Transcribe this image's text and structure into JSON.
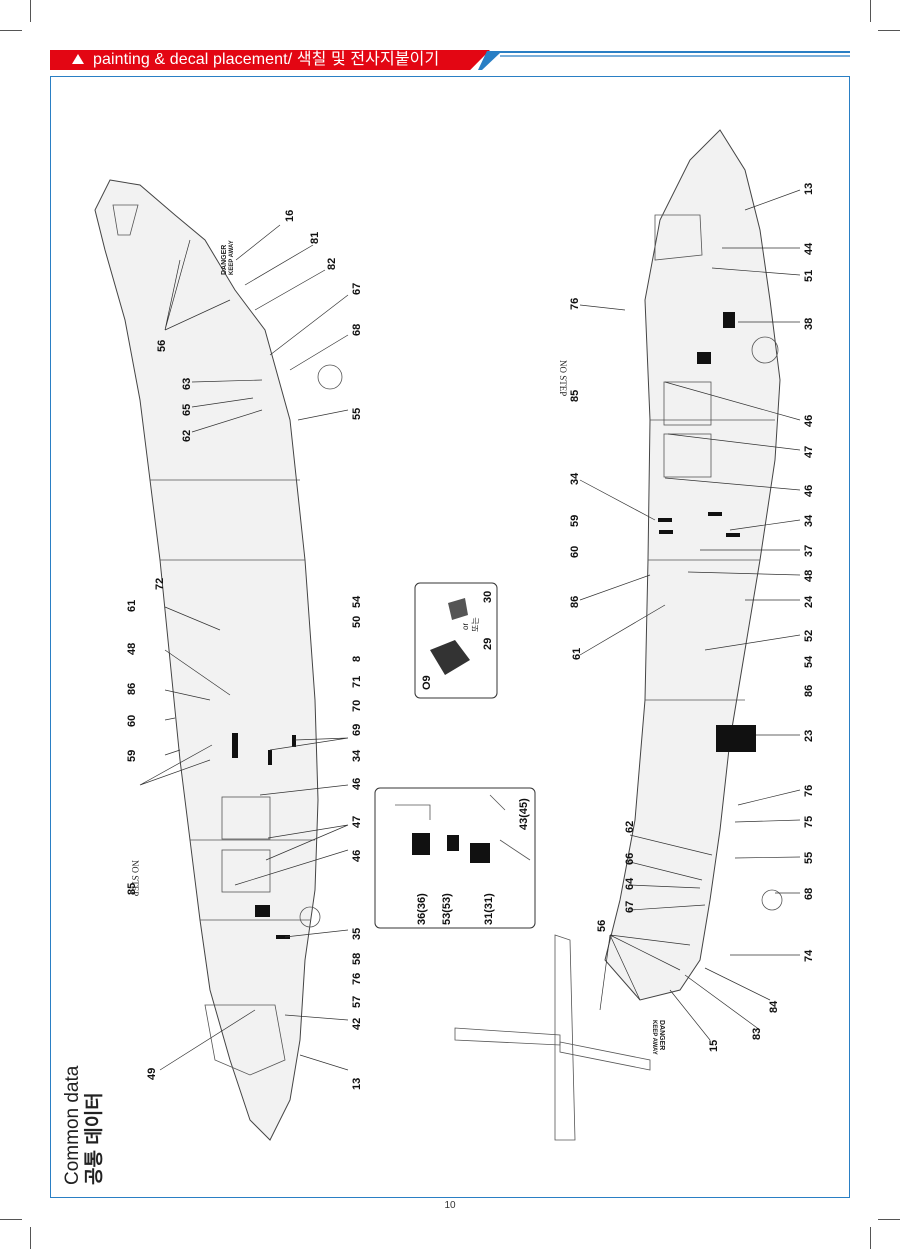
{
  "header": {
    "title": "painting & decal placement/ 색칠 및 전사지붙이기"
  },
  "side_label": {
    "en": "Common data",
    "ko": "공통 데이터"
  },
  "page_number": "10",
  "colors": {
    "header_red": "#e30613",
    "frame_blue": "#2a7fc4"
  },
  "top_view_callouts": [
    "16",
    "81",
    "82",
    "67",
    "68",
    "55",
    "56",
    "63",
    "65",
    "62",
    "72",
    "61",
    "54",
    "50",
    "8",
    "48",
    "86",
    "60",
    "59",
    "71",
    "70",
    "69",
    "34",
    "46",
    "47",
    "46",
    "85",
    "35",
    "58",
    "76",
    "57",
    "42",
    "49",
    "13"
  ],
  "bottom_view_callouts": [
    "13",
    "44",
    "51",
    "76",
    "38",
    "85",
    "46",
    "47",
    "46",
    "34",
    "59",
    "60",
    "34",
    "37",
    "48",
    "24",
    "86",
    "61",
    "52",
    "54",
    "86",
    "23",
    "76",
    "62",
    "75",
    "66",
    "55",
    "64",
    "68",
    "67",
    "56",
    "74",
    "84",
    "83",
    "15"
  ],
  "detail_callouts": [
    "36(36)",
    "53(53)",
    "31(31)",
    "43(45)"
  ],
  "inset_callouts": [
    "29",
    "30",
    "O9"
  ],
  "inset_or_text": [
    "or",
    "또는"
  ],
  "stencils": {
    "no_step": "NO STEP",
    "danger": "DANGER",
    "keep_away": "KEEP AWAY"
  }
}
